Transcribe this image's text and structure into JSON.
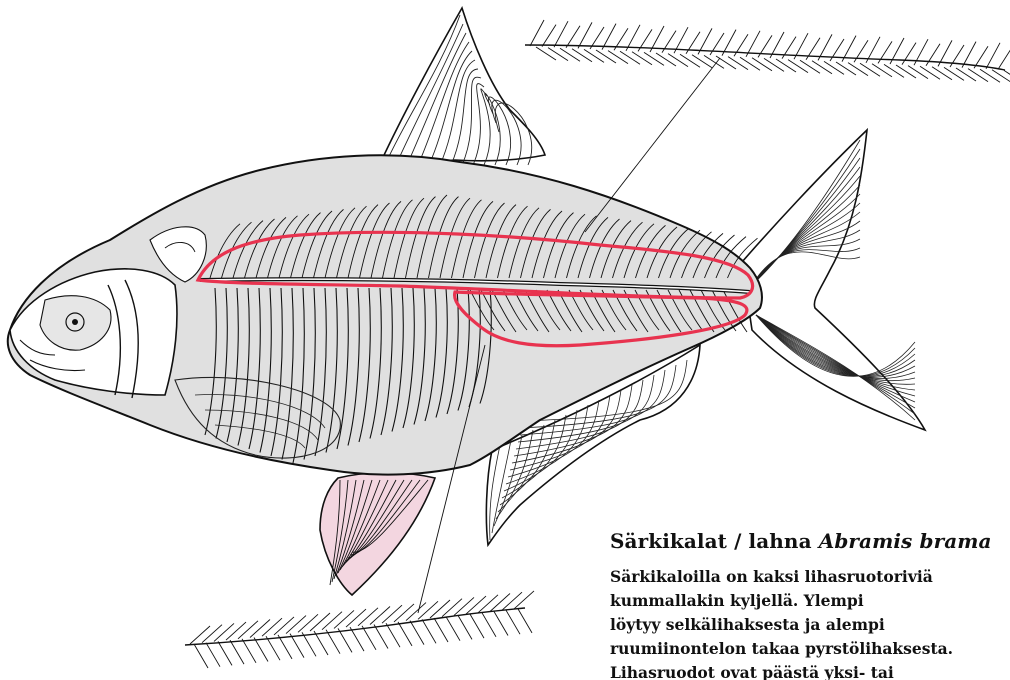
{
  "caption": {
    "title_common": "Särkikalat / lahna ",
    "title_latin": "Abramis brama",
    "lines": [
      "Särkikaloilla on kaksi lihasruotoriviä",
      "kummallakin kyljellä. Ylempi",
      "löytyy selkälihaksesta ja alempi",
      "ruumiinontelon takaa pyrstölihaksesta.",
      "Lihasruodot ovat päästä yksi- tai"
    ]
  },
  "colors": {
    "outline": "#111111",
    "body_fill": "#e0e0e0",
    "highlight": "#e8334f",
    "fin_tint": "#f3d6e0"
  }
}
